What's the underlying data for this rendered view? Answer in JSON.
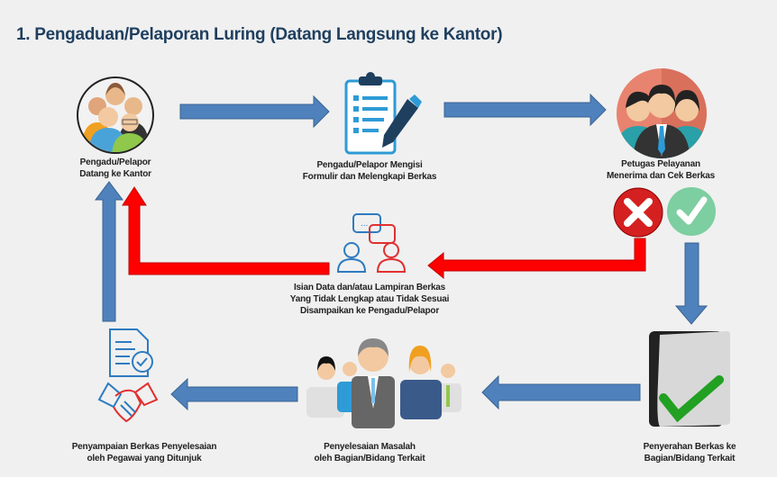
{
  "title": "1. Pengaduan/Pelaporan Luring (Datang Langsung ke Kantor)",
  "steps": {
    "pengadu_datang": [
      "Pengadu/Pelapor",
      "Datang ke Kantor"
    ],
    "mengisi_formulir": [
      "Pengadu/Pelapor Mengisi",
      "Formulir dan Melengkapi Berkas"
    ],
    "petugas_cek": [
      "Petugas Pelayanan",
      "Menerima dan Cek Berkas"
    ],
    "berkas_tidak_lengkap": [
      "Isian Data dan/atau Lampiran Berkas",
      "Yang Tidak Lengkap atau Tidak Sesuai",
      "Disampaikan ke Pengadu/Pelapor"
    ],
    "penyerahan_berkas": [
      "Penyerahan Berkas ke",
      "Bagian/Bidang Terkait"
    ],
    "penyelesaian_masalah": [
      "Penyelesaian Masalah",
      "oleh Bagian/Bidang Terkait"
    ],
    "penyampaian_berkas": [
      "Penyampaian Berkas Penyelesaian",
      "oleh Pegawai yang Ditunjuk"
    ]
  },
  "colors": {
    "flow": "#4f81bd",
    "reject": "#ff0000",
    "accept": "#7dcea0",
    "title": "#1f3f5f"
  }
}
